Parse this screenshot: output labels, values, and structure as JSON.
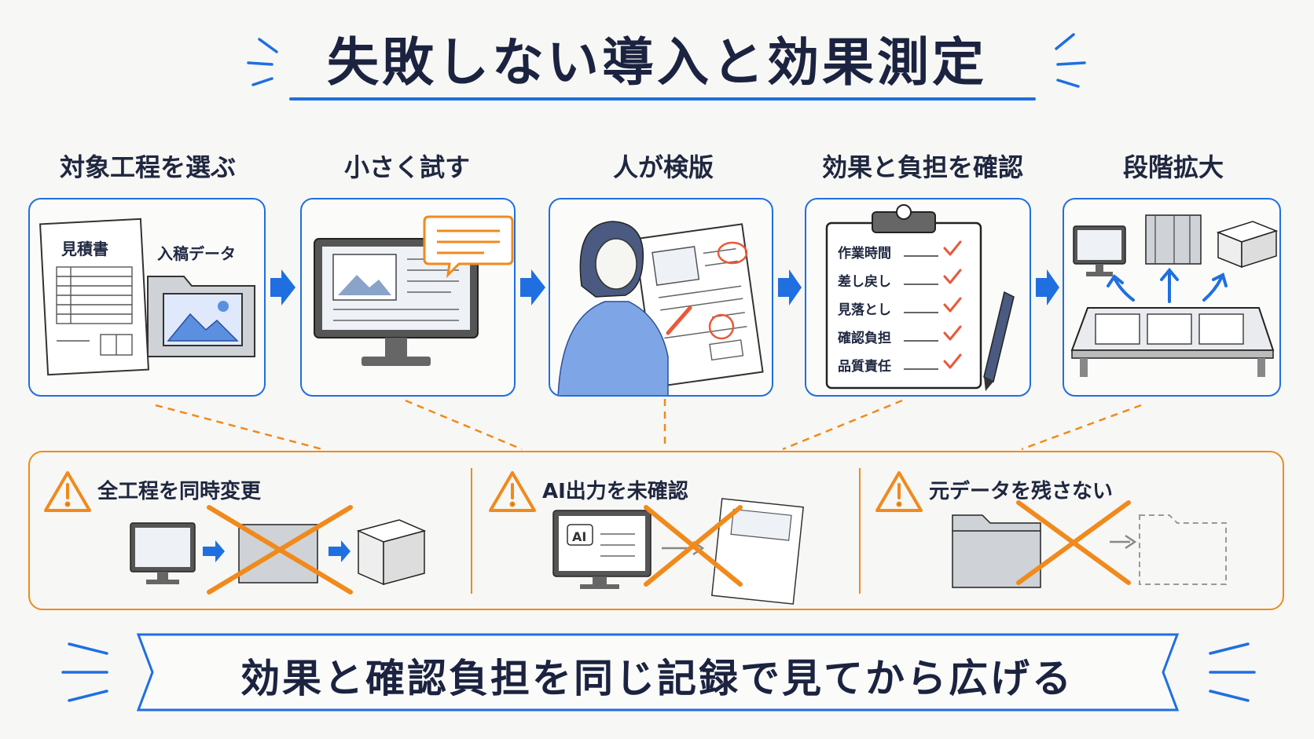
{
  "title": "失敗しない導入と効果測定",
  "steps": [
    {
      "label": "対象工程を選ぶ",
      "doc_title": "見積書",
      "folder_label": "入稿データ"
    },
    {
      "label": "小さく試す"
    },
    {
      "label": "人が検版"
    },
    {
      "label": "効果と負担を確認",
      "checklist": [
        "作業時間",
        "差し戻し",
        "見落とし",
        "確認負担",
        "品質責任"
      ]
    },
    {
      "label": "段階拡大"
    }
  ],
  "warnings": [
    {
      "label": "全工程を同時変更"
    },
    {
      "label": "AI出力を未確認",
      "monitor_badge": "AI"
    },
    {
      "label": "元データを残さない"
    }
  ],
  "banner": "効果と確認負担を同じ記録で見てから広げる",
  "colors": {
    "accent_blue": "#1f6fe0",
    "accent_orange": "#f08a1c",
    "check_red": "#e8593a",
    "ink": "#1b2340"
  }
}
